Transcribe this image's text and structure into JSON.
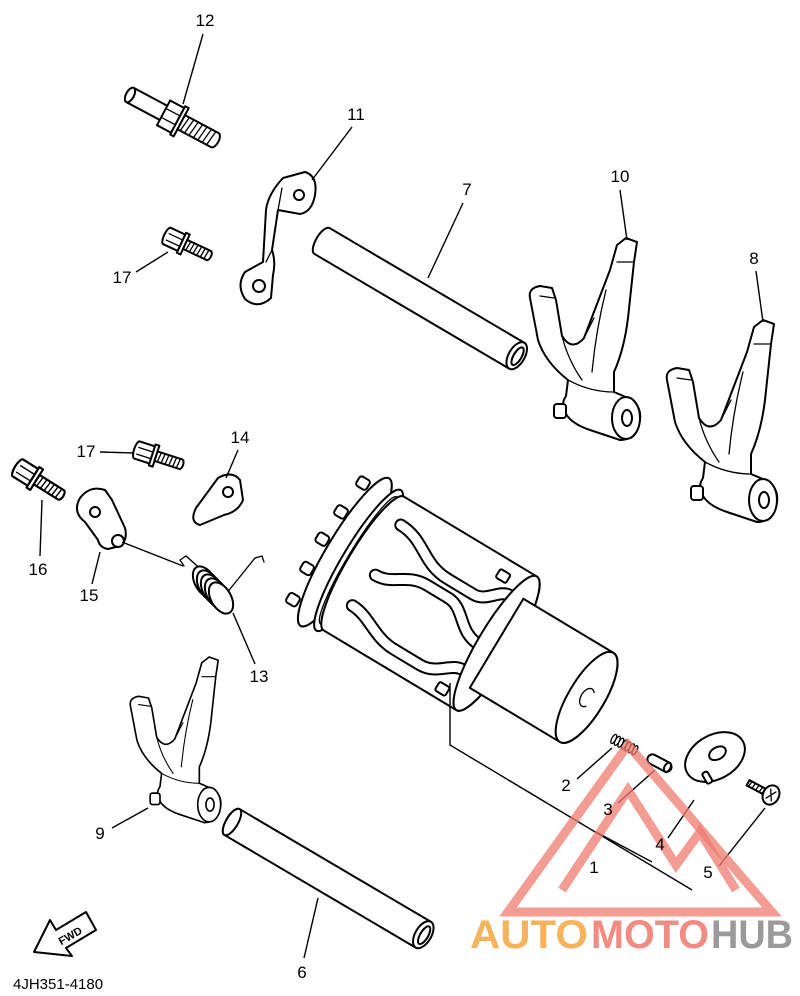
{
  "diagram": {
    "callouts": [
      "12",
      "11",
      "17",
      "7",
      "10",
      "8",
      "14",
      "17",
      "16",
      "15",
      "13",
      "9",
      "6",
      "2",
      "3",
      "4",
      "1",
      "5"
    ],
    "part_code": "4JH351-4180",
    "fwd_label": "FWD"
  },
  "watermark": {
    "auto": "AUTO",
    "moto": "MOTO",
    "hub": "HUB"
  },
  "colors": {
    "line": "#000000",
    "watermark_auto": "#f5b35c",
    "watermark_moto": "#f28b82",
    "watermark_hub": "#9a9a9a",
    "logo": "#ee7b70"
  },
  "icons": {
    "fwd": "fwd-arrow-icon",
    "logo": "triangle-logo-icon"
  }
}
